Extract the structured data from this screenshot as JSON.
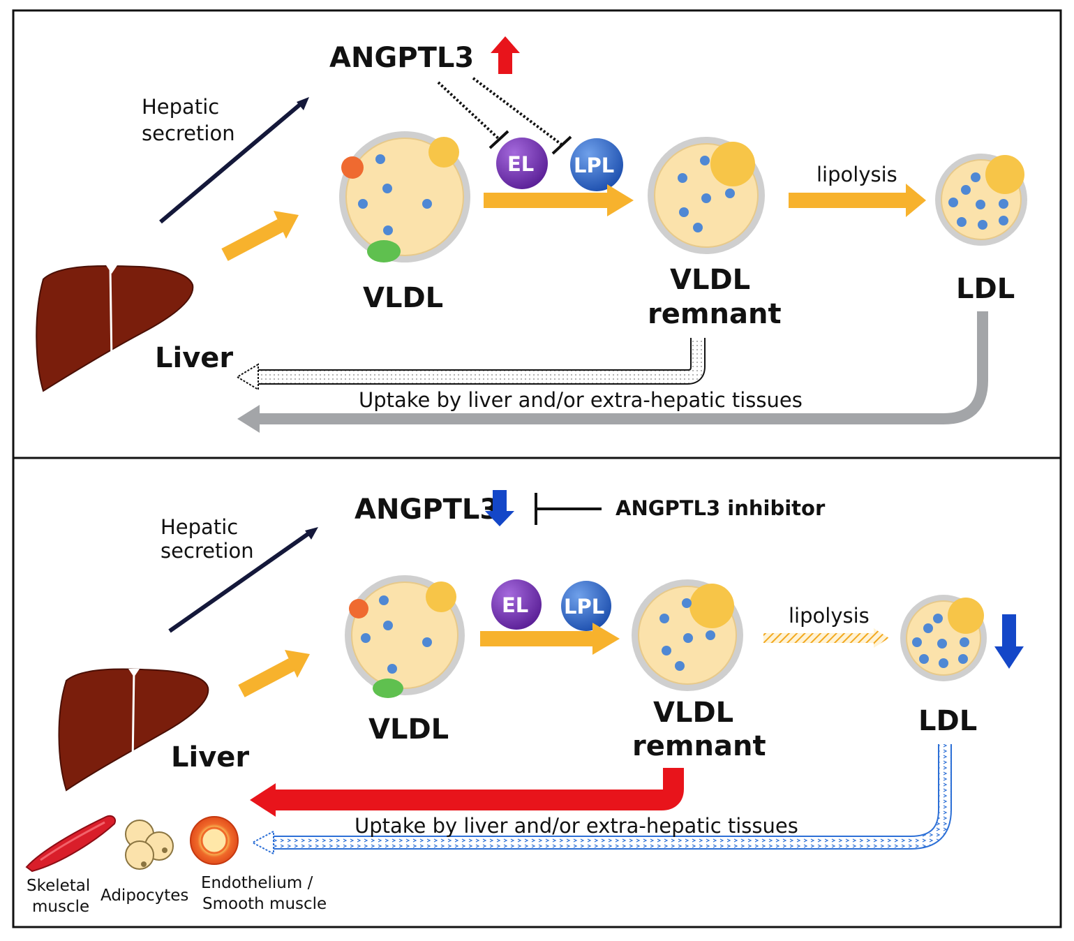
{
  "colors": {
    "liver": "#7a1e0c",
    "liver_dark": "#4a0f05",
    "flow_arrow": "#f7b22d",
    "increase": "#e8141b",
    "decrease": "#1447c8",
    "return_grey": "#a3a5a8",
    "enzyme_el": "#6a2aa8",
    "enzyme_lpl": "#2f63c4"
  },
  "icons": [
    "liver-icon",
    "vldl-particle-icon",
    "remnant-particle-icon",
    "ldl-particle-icon",
    "skeletal-muscle-icon",
    "adipocytes-icon",
    "endothelium-icon"
  ],
  "top": {
    "regulator": "ANGPTL3",
    "regulator_change": "increase",
    "secretion_label": [
      "Hepatic",
      "secretion"
    ],
    "enzyme_1": "EL",
    "enzyme_2": "LPL",
    "liver_label": "Liver",
    "vldl_label": "VLDL",
    "remnant_label": [
      "VLDL",
      "remnant"
    ],
    "lipolysis_label": "lipolysis",
    "ldl_label": "LDL",
    "uptake_label": "Uptake by liver and/or extra-hepatic tissues"
  },
  "bottom": {
    "regulator": "ANGPTL3",
    "regulator_change": "decrease",
    "inhibitor_label": "ANGPTL3 inhibitor",
    "secretion_label": [
      "Hepatic",
      "secretion"
    ],
    "enzyme_1": "EL",
    "enzyme_2": "LPL",
    "liver_label": "Liver",
    "vldl_label": "VLDL",
    "remnant_label": [
      "VLDL",
      "remnant"
    ],
    "lipolysis_label": "lipolysis",
    "ldl_label": "LDL",
    "ldl_change": "decrease",
    "uptake_label": "Uptake by liver and/or extra-hepatic tissues",
    "tissues": {
      "skeletal_muscle": [
        "Skeletal",
        "muscle"
      ],
      "adipocytes": "Adipocytes",
      "endothelium": [
        "Endothelium /",
        "Smooth muscle"
      ]
    }
  }
}
